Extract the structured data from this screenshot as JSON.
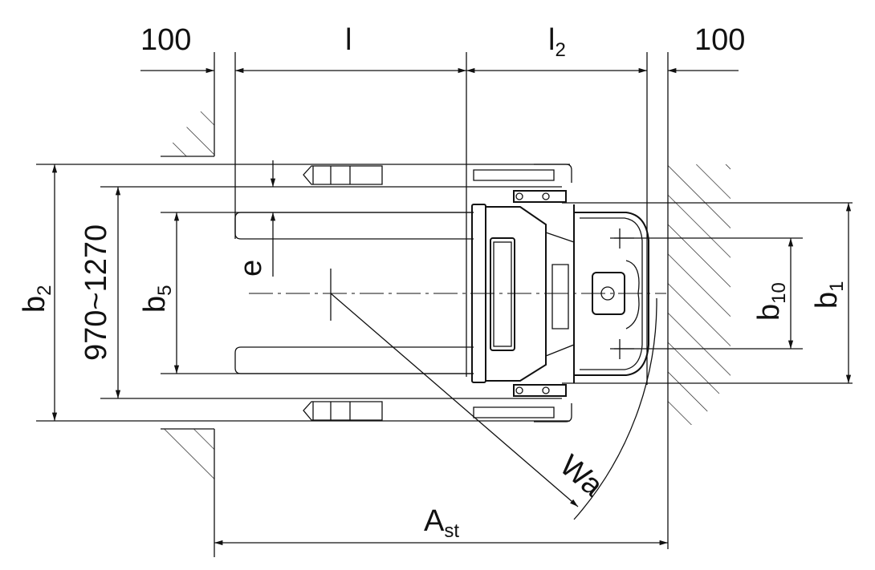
{
  "diagram": {
    "labels": {
      "left_clearance": "100",
      "right_clearance": "100",
      "l": "l",
      "l2_main": "l",
      "l2_sub": "2",
      "b2_main": "b",
      "b2_sub": "2",
      "fork_spread": "970~1270",
      "b5_main": "b",
      "b5_sub": "5",
      "e": "e",
      "wa": "Wa",
      "b10_main": "b",
      "b10_sub": "10",
      "b1_main": "b",
      "b1_sub": "1",
      "ast_main": "A",
      "ast_sub": "st"
    }
  }
}
